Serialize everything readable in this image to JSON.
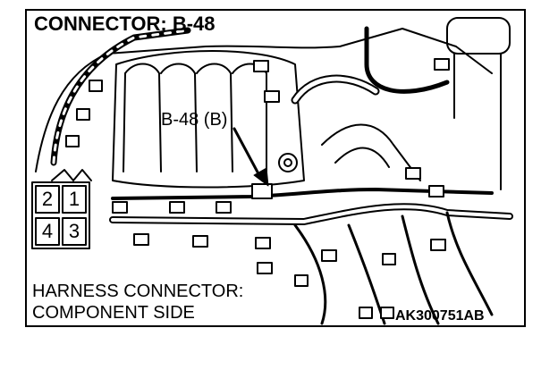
{
  "title": "CONNECTOR: B-48",
  "callout": "B-48 (B)",
  "caption": {
    "line1": "HARNESS CONNECTOR:",
    "line2": "COMPONENT SIDE"
  },
  "figure_code": "AK300751AB",
  "connector_pins": [
    "2",
    "1",
    "4",
    "3"
  ]
}
